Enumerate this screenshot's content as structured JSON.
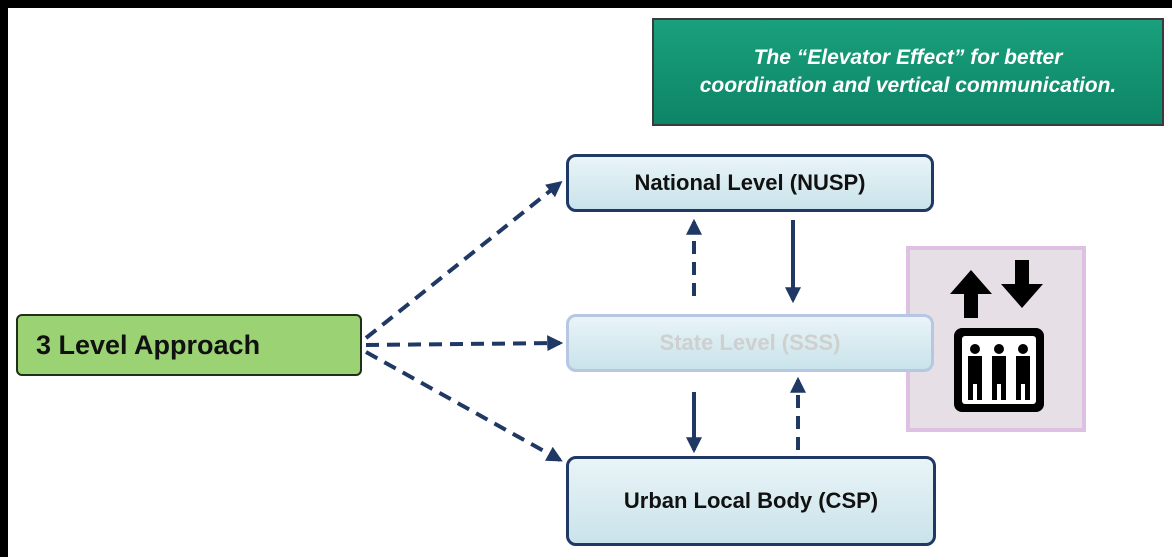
{
  "banner": {
    "line1": "The “Elevator Effect” for better",
    "line2": "coordination and vertical communication."
  },
  "approach": {
    "label": "3 Level Approach"
  },
  "levels": {
    "national": "National Level (NUSP)",
    "state": "State Level (SSS)",
    "urban": "Urban Local Body (CSP)"
  },
  "icons": {
    "elevator": "elevator-icon"
  },
  "colors": {
    "banner": "#12936f",
    "approach": "#9bd374",
    "box_border": "#1f3864",
    "arrow": "#1f3864"
  }
}
